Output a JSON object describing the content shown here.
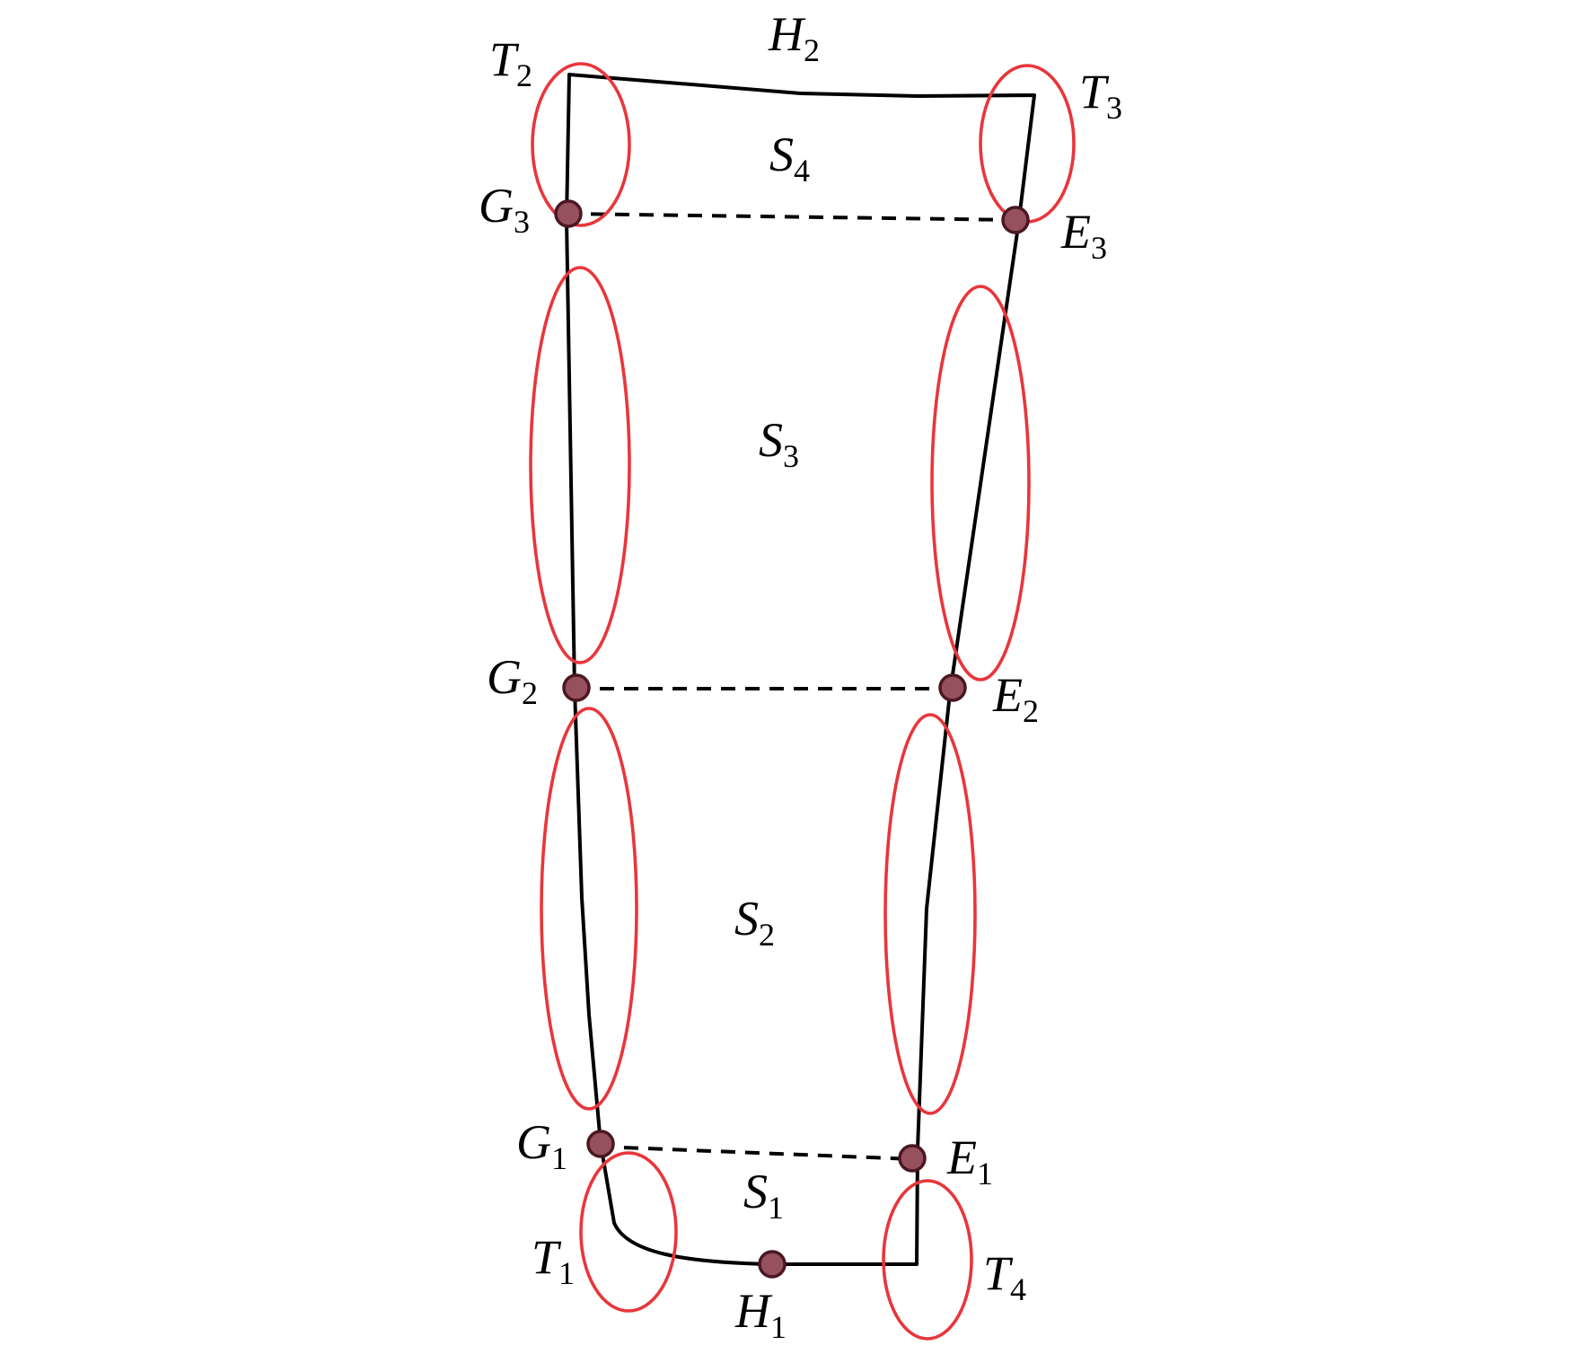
{
  "diagram": {
    "regions": [
      {
        "id": "S4",
        "letter": "S",
        "sub": "4"
      },
      {
        "id": "S3",
        "letter": "S",
        "sub": "3"
      },
      {
        "id": "S2",
        "letter": "S",
        "sub": "2"
      },
      {
        "id": "S1",
        "letter": "S",
        "sub": "1"
      }
    ],
    "points": [
      {
        "id": "G3",
        "letter": "G",
        "sub": "3"
      },
      {
        "id": "E3",
        "letter": "E",
        "sub": "3"
      },
      {
        "id": "G2",
        "letter": "G",
        "sub": "2"
      },
      {
        "id": "E2",
        "letter": "E",
        "sub": "2"
      },
      {
        "id": "G1",
        "letter": "G",
        "sub": "1"
      },
      {
        "id": "E1",
        "letter": "E",
        "sub": "1"
      },
      {
        "id": "H1",
        "letter": "H",
        "sub": "1"
      }
    ],
    "corners": [
      {
        "id": "T2",
        "letter": "T",
        "sub": "2"
      },
      {
        "id": "T3",
        "letter": "T",
        "sub": "3"
      },
      {
        "id": "T1",
        "letter": "T",
        "sub": "1"
      },
      {
        "id": "T4",
        "letter": "T",
        "sub": "4"
      }
    ],
    "edges": [
      {
        "id": "H2",
        "letter": "H",
        "sub": "2"
      }
    ],
    "colors": {
      "outline": "#000000",
      "ellipse": "#e8363b",
      "point_fill": "#97505e",
      "point_stroke": "#4a1822"
    }
  }
}
